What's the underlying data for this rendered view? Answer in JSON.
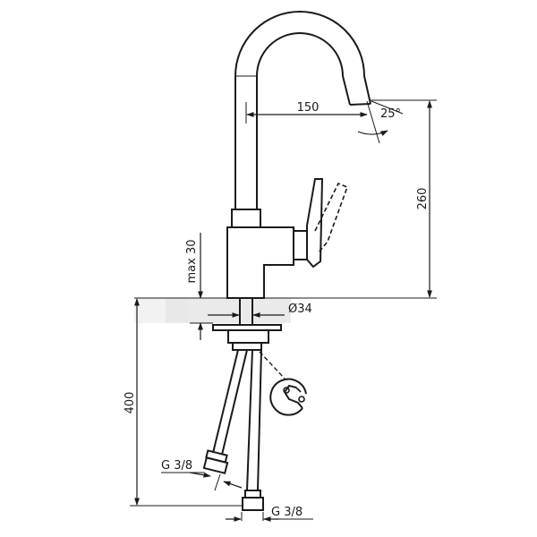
{
  "dimensions": {
    "spout_reach": "150",
    "spout_angle": "25°",
    "height_above_deck": "260",
    "max_deck_thickness": "max 30",
    "mounting_hole_diameter": "Ø34",
    "hose_length": "400",
    "hose_thread_left": "G 3/8",
    "hose_thread_right": "G 3/8"
  },
  "colors": {
    "line": "#1a1a1a",
    "deck": "#d9d9d9",
    "background": "#ffffff"
  }
}
